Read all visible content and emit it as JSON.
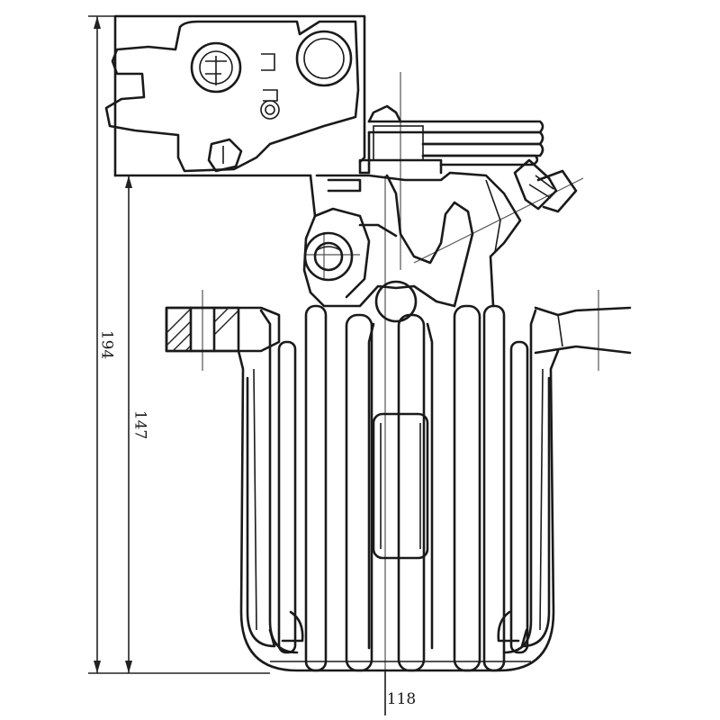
{
  "dimensions": {
    "overall_height": "194",
    "body_height": "147",
    "piston_bore": "118"
  }
}
